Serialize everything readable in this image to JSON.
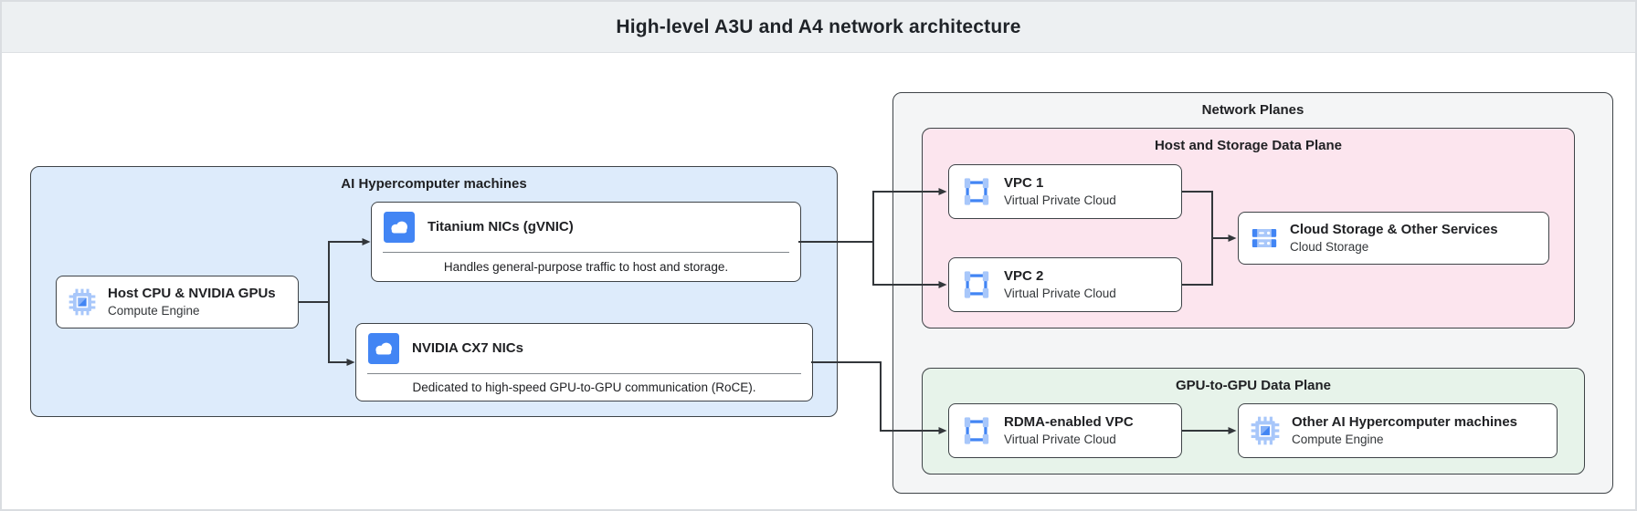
{
  "header": {
    "title": "High-level A3U and A4 network architecture"
  },
  "machines": {
    "label": "AI Hypercomputer machines",
    "host": {
      "title": "Host CPU & NVIDIA GPUs",
      "subtitle": "Compute Engine"
    },
    "titanium": {
      "title": "Titanium NICs (gVNIC)",
      "description": "Handles general-purpose traffic to host and storage."
    },
    "cx7": {
      "title": "NVIDIA CX7 NICs",
      "description": "Dedicated to high-speed GPU-to-GPU communication (RoCE)."
    }
  },
  "network_planes": {
    "label": "Network Planes",
    "host_storage_plane": {
      "label": "Host and Storage Data Plane",
      "vpc1": {
        "title": "VPC 1",
        "subtitle": "Virtual Private Cloud"
      },
      "vpc2": {
        "title": "VPC 2",
        "subtitle": "Virtual Private Cloud"
      },
      "storage": {
        "title": "Cloud Storage & Other Services",
        "subtitle": "Cloud Storage"
      }
    },
    "gpu_plane": {
      "label": "GPU-to-GPU Data Plane",
      "rdma": {
        "title": "RDMA-enabled VPC",
        "subtitle": "Virtual Private Cloud"
      },
      "other": {
        "title": "Other AI Hypercomputer machines",
        "subtitle": "Compute Engine"
      }
    }
  },
  "icons": {
    "host": "compute-engine-chip-icon",
    "nic": "cloud-icon",
    "vpc": "vpc-icon",
    "storage": "cloud-storage-icon"
  },
  "colors": {
    "header_bg": "#edf0f2",
    "machines_bg": "#ddebfb",
    "planes_bg": "#f4f5f6",
    "host_storage_plane_bg": "#fce5ee",
    "gpu_plane_bg": "#e7f3ea",
    "node_border": "#3e4347",
    "connector": "#33373b",
    "icon_blue": "#4285f4",
    "icon_light_blue": "#a8c7fa"
  }
}
